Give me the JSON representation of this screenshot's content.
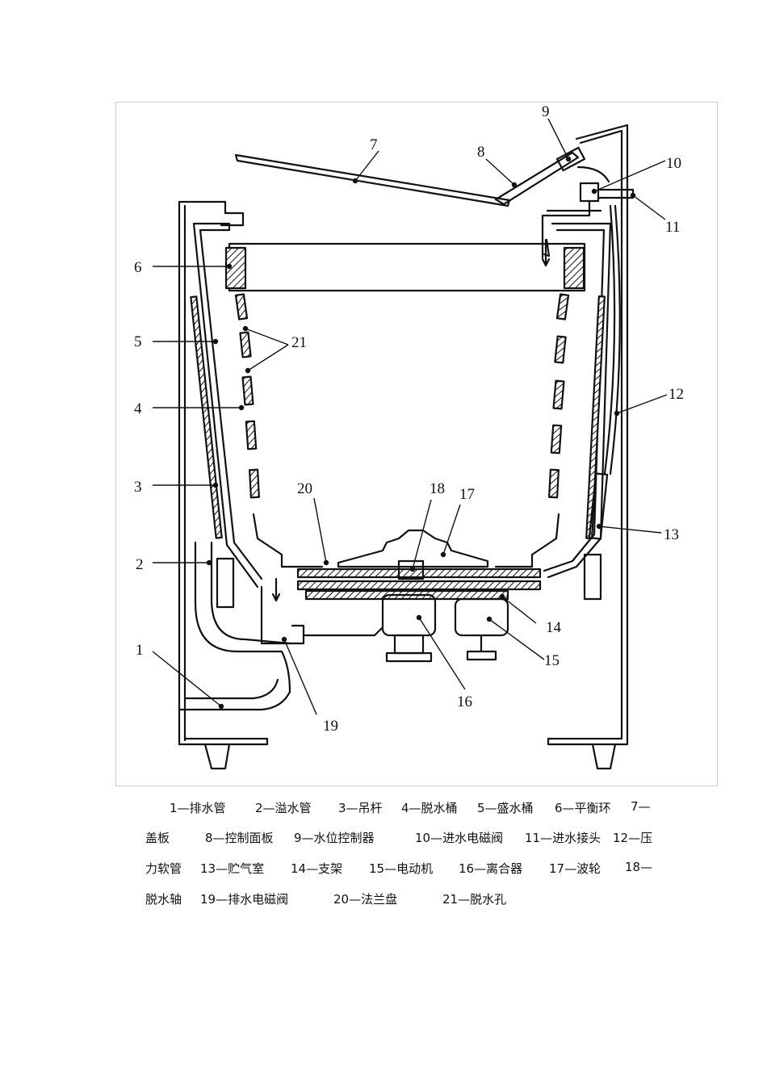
{
  "diagram": {
    "labels": [
      "1",
      "2",
      "3",
      "4",
      "5",
      "6",
      "7",
      "8",
      "9",
      "10",
      "11",
      "12",
      "13",
      "14",
      "15",
      "16",
      "17",
      "18",
      "19",
      "20",
      "21"
    ]
  },
  "legend": {
    "line1": [
      "1—排水管",
      "2—溢水管",
      "3—吊杆",
      "4—脱水桶",
      "5—盛水桶",
      "6—平衡环",
      "7—"
    ],
    "line2": [
      "盖板",
      "8—控制面板",
      "9—水位控制器",
      "10—进水电磁阀",
      "11—进水接头",
      "12—压"
    ],
    "line3": [
      "力软管",
      "13—贮气室",
      "14—支架",
      "15—电动机",
      "16—离合器",
      "17—波轮",
      "18—"
    ],
    "line4": [
      "脱水轴",
      "19—排水电磁阀",
      "20—法兰盘",
      "21—脱水孔"
    ]
  }
}
